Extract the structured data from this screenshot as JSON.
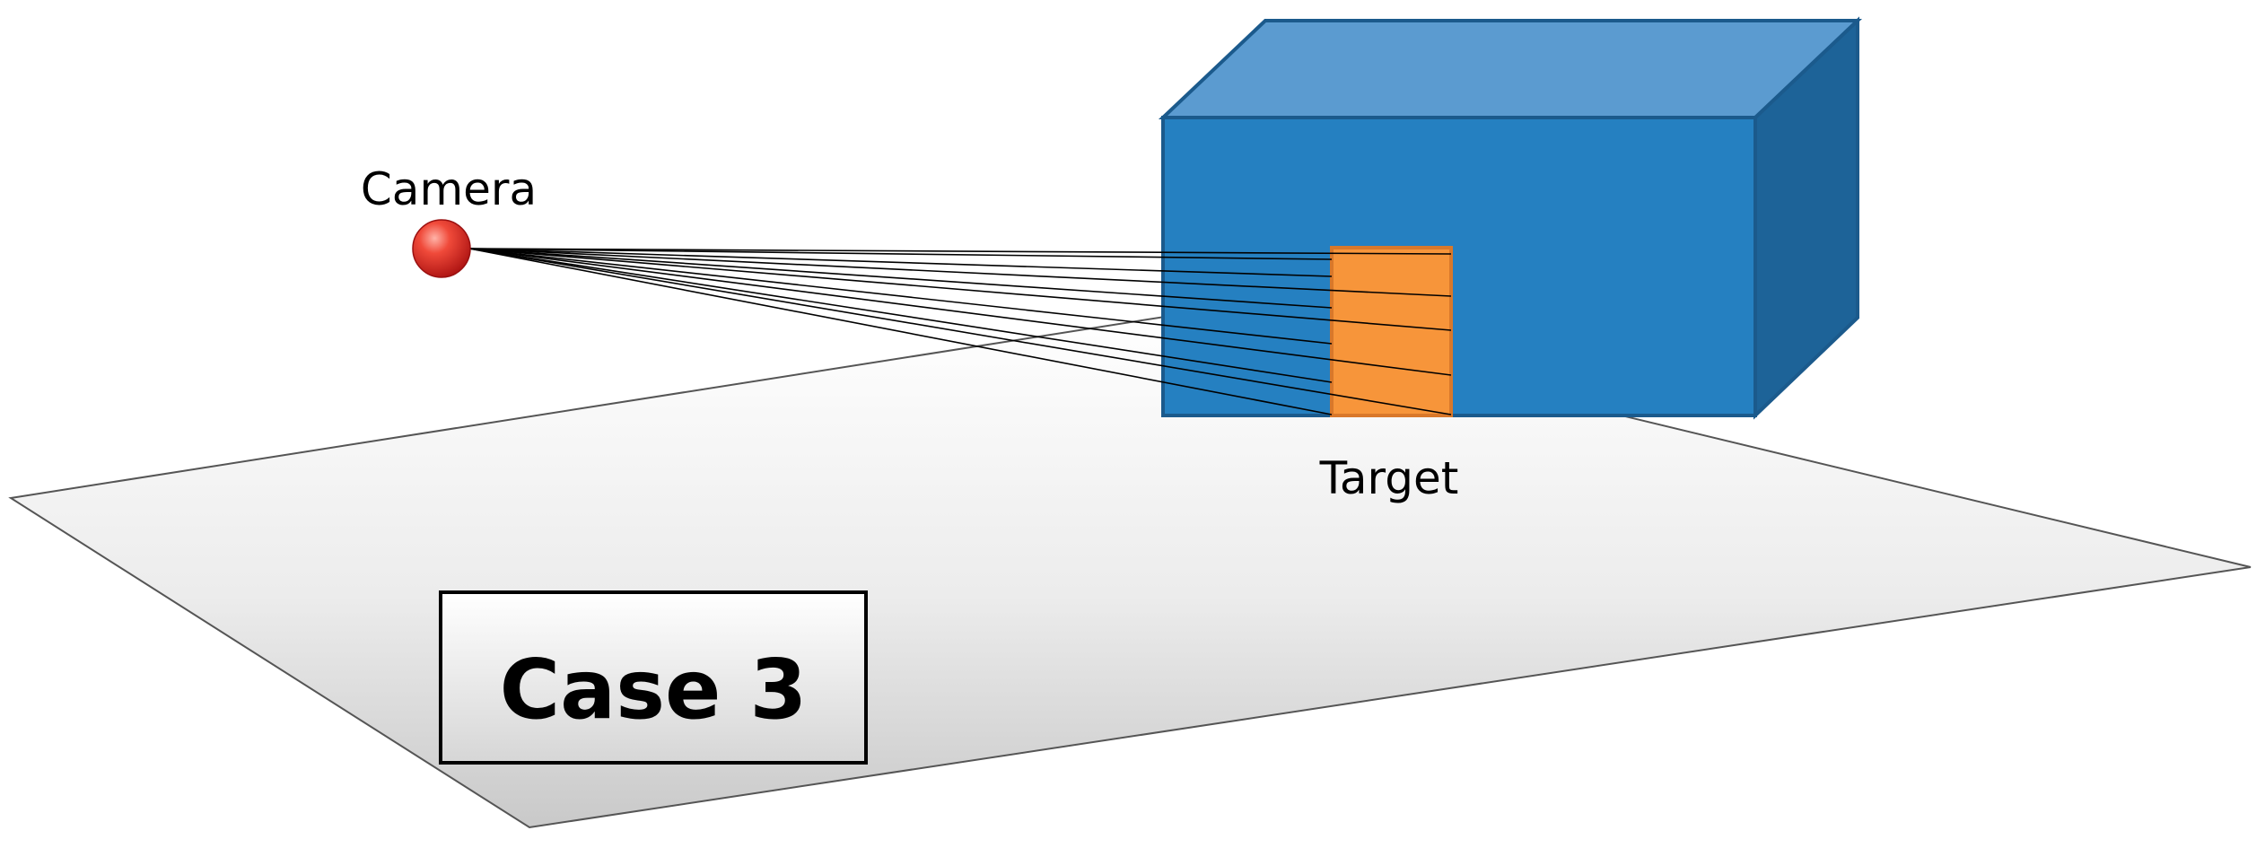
{
  "labels": {
    "camera": "Camera",
    "target": "Target",
    "case": "Case 3"
  },
  "colors": {
    "box_front": "#2580C1",
    "box_top": "#5B9BD0",
    "box_side": "#1D6398",
    "box_edge": "#1B5A8C",
    "target_fill": "#F7953A",
    "target_edge": "#D9782A",
    "camera": "#E31E1E",
    "plane_edge": "#555555",
    "ray": "#000000"
  },
  "icons": {
    "camera": "camera-sphere-icon"
  }
}
